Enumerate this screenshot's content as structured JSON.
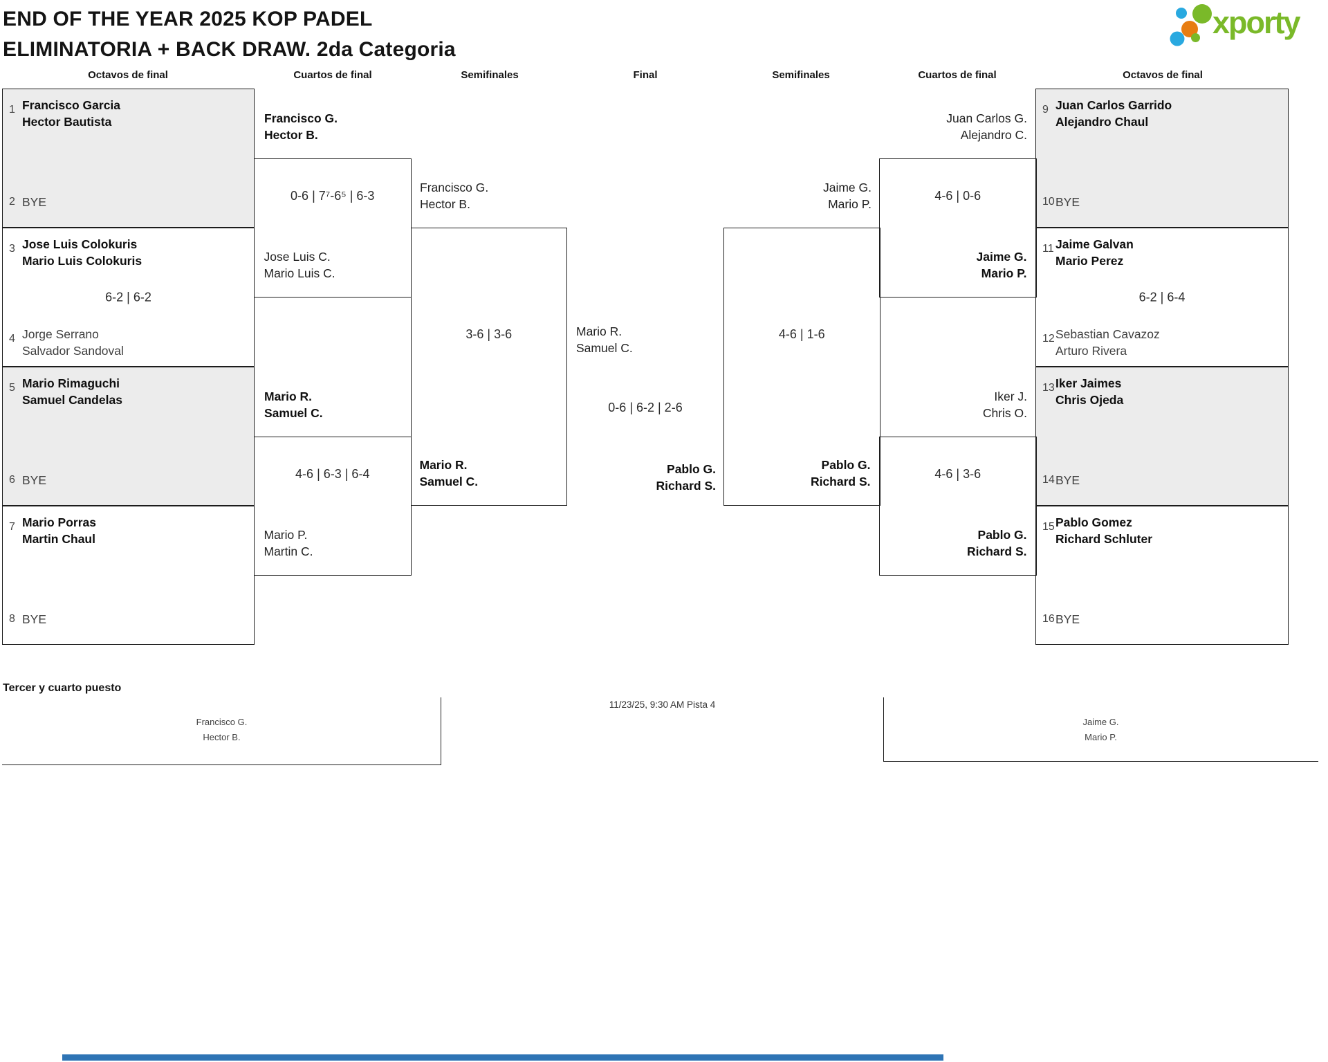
{
  "header": {
    "title_line1": "END OF THE YEAR 2025 KOP PADEL",
    "title_line2": "ELIMINATORIA + BACK DRAW. 2da Categoria",
    "brand": "xporty"
  },
  "round_headers": [
    "Octavos de final",
    "Cuartos de final",
    "Semifinales",
    "Final",
    "Semifinales",
    "Cuartos de final",
    "Octavos de final"
  ],
  "octavos_left": [
    {
      "seed1": "1",
      "team1": [
        "Francisco Garcia",
        "Hector Bautista"
      ],
      "seed2": "2",
      "team2": [
        "BYE"
      ],
      "score": ""
    },
    {
      "seed1": "3",
      "team1": [
        "Jose Luis Colokuris",
        "Mario Luis Colokuris"
      ],
      "seed2": "4",
      "team2": [
        "Jorge Serrano",
        "Salvador Sandoval"
      ],
      "score": "6-2 | 6-2"
    },
    {
      "seed1": "5",
      "team1": [
        "Mario Rimaguchi",
        "Samuel Candelas"
      ],
      "seed2": "6",
      "team2": [
        "BYE"
      ],
      "score": ""
    },
    {
      "seed1": "7",
      "team1": [
        "Mario Porras",
        "Martin Chaul"
      ],
      "seed2": "8",
      "team2": [
        "BYE"
      ],
      "score": ""
    }
  ],
  "octavos_right": [
    {
      "seed1": "9",
      "team1": [
        "Juan Carlos Garrido",
        "Alejandro Chaul"
      ],
      "seed2": "10",
      "team2": [
        "BYE"
      ],
      "score": ""
    },
    {
      "seed1": "11",
      "team1": [
        "Jaime Galvan",
        "Mario Perez"
      ],
      "seed2": "12",
      "team2": [
        "Sebastian Cavazoz",
        "Arturo Rivera"
      ],
      "score": "6-2 | 6-4"
    },
    {
      "seed1": "13",
      "team1": [
        "Iker Jaimes",
        "Chris Ojeda"
      ],
      "seed2": "14",
      "team2": [
        "BYE"
      ],
      "score": ""
    },
    {
      "seed1": "15",
      "team1": [
        "Pablo Gomez",
        "Richard Schluter"
      ],
      "seed2": "16",
      "team2": [
        "BYE"
      ],
      "score": ""
    }
  ],
  "cuartos_left": [
    {
      "team1": [
        "Francisco G.",
        "Hector B."
      ],
      "score": "0-6 | 7⁷-6⁵ | 6-3",
      "team2": [
        "Jose Luis C.",
        "Mario Luis C."
      ]
    },
    {
      "team1": [
        "Mario R.",
        "Samuel C."
      ],
      "score": "4-6 | 6-3 | 6-4",
      "team2": [
        "Mario P.",
        "Martin C."
      ]
    }
  ],
  "cuartos_right": [
    {
      "team1": [
        "Juan Carlos G.",
        "Alejandro C."
      ],
      "score": "4-6 | 0-6",
      "team2": [
        "Jaime G.",
        "Mario P."
      ]
    },
    {
      "team1": [
        "Iker J.",
        "Chris O."
      ],
      "score": "4-6 | 3-6",
      "team2": [
        "Pablo G.",
        "Richard S."
      ]
    }
  ],
  "semifinales": {
    "left": {
      "team1": [
        "Francisco G.",
        "Hector B."
      ],
      "score": "3-6 | 3-6",
      "team2": [
        "Mario R.",
        "Samuel C."
      ]
    },
    "right": {
      "team1": [
        "Jaime G.",
        "Mario P."
      ],
      "score": "4-6 | 1-6",
      "team2": [
        "Pablo G.",
        "Richard S."
      ]
    }
  },
  "final": {
    "team1": [
      "Mario R.",
      "Samuel C."
    ],
    "score": "0-6 | 6-2 | 2-6",
    "team2": [
      "Pablo G.",
      "Richard S."
    ]
  },
  "third_place": {
    "heading": "Tercer y cuarto puesto",
    "team1": [
      "Francisco G.",
      "Hector B."
    ],
    "team2": [
      "Jaime G.",
      "Mario P."
    ],
    "schedule": "11/23/25, 9:30 AM Pista 4"
  },
  "colors": {
    "brand_green": "#7ab929",
    "dot_blue": "#29a9e0",
    "dot_orange": "#e87d11",
    "bye_box_gray": "#ececec",
    "footer_bar_blue": "#2e74b5"
  }
}
